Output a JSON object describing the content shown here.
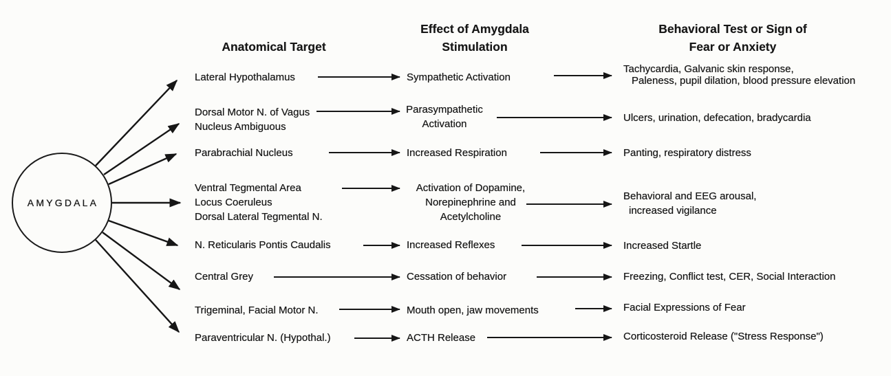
{
  "figure": {
    "node_label": "AMYGDALA",
    "columns": [
      {
        "title_lines": [
          "Anatomical Target"
        ]
      },
      {
        "title_lines": [
          "Effect of Amygdala",
          "Stimulation"
        ]
      },
      {
        "title_lines": [
          "Behavioral Test or Sign of",
          "Fear or Anxiety"
        ]
      }
    ],
    "rows": [
      {
        "target": [
          "Lateral Hypothalamus"
        ],
        "effect": [
          "Sympathetic Activation"
        ],
        "sign": [
          "Tachycardia, Galvanic skin response,",
          "Paleness, pupil dilation, blood pressure elevation"
        ]
      },
      {
        "target": [
          "Dorsal Motor N. of Vagus",
          "Nucleus Ambiguous"
        ],
        "effect": [
          "Parasympathetic",
          "Activation"
        ],
        "sign": [
          "Ulcers, urination, defecation, bradycardia"
        ]
      },
      {
        "target": [
          "Parabrachial Nucleus"
        ],
        "effect": [
          "Increased Respiration"
        ],
        "sign": [
          "Panting, respiratory distress"
        ]
      },
      {
        "target": [
          "Ventral Tegmental Area",
          "Locus Coeruleus",
          "Dorsal Lateral Tegmental N."
        ],
        "effect": [
          "Activation of Dopamine,",
          "Norepinephrine and",
          "Acetylcholine"
        ],
        "sign": [
          "Behavioral and EEG arousal,",
          "increased vigilance"
        ]
      },
      {
        "target": [
          "N. Reticularis Pontis Caudalis"
        ],
        "effect": [
          "Increased Reflexes"
        ],
        "sign": [
          "Increased Startle"
        ]
      },
      {
        "target": [
          "Central Grey"
        ],
        "effect": [
          "Cessation of behavior"
        ],
        "sign": [
          "Freezing, Conflict test, CER, Social Interaction"
        ]
      },
      {
        "target": [
          "Trigeminal, Facial Motor N."
        ],
        "effect": [
          "Mouth open, jaw movements"
        ],
        "sign": [
          "Facial Expressions of Fear"
        ]
      },
      {
        "target": [
          "Paraventricular N. (Hypothal.)"
        ],
        "effect": [
          "ACTH Release"
        ],
        "sign": [
          "Corticosteroid Release (\"Stress Response\")"
        ]
      }
    ],
    "ink_color": "#161616",
    "background_color": "#fcfcfa"
  }
}
